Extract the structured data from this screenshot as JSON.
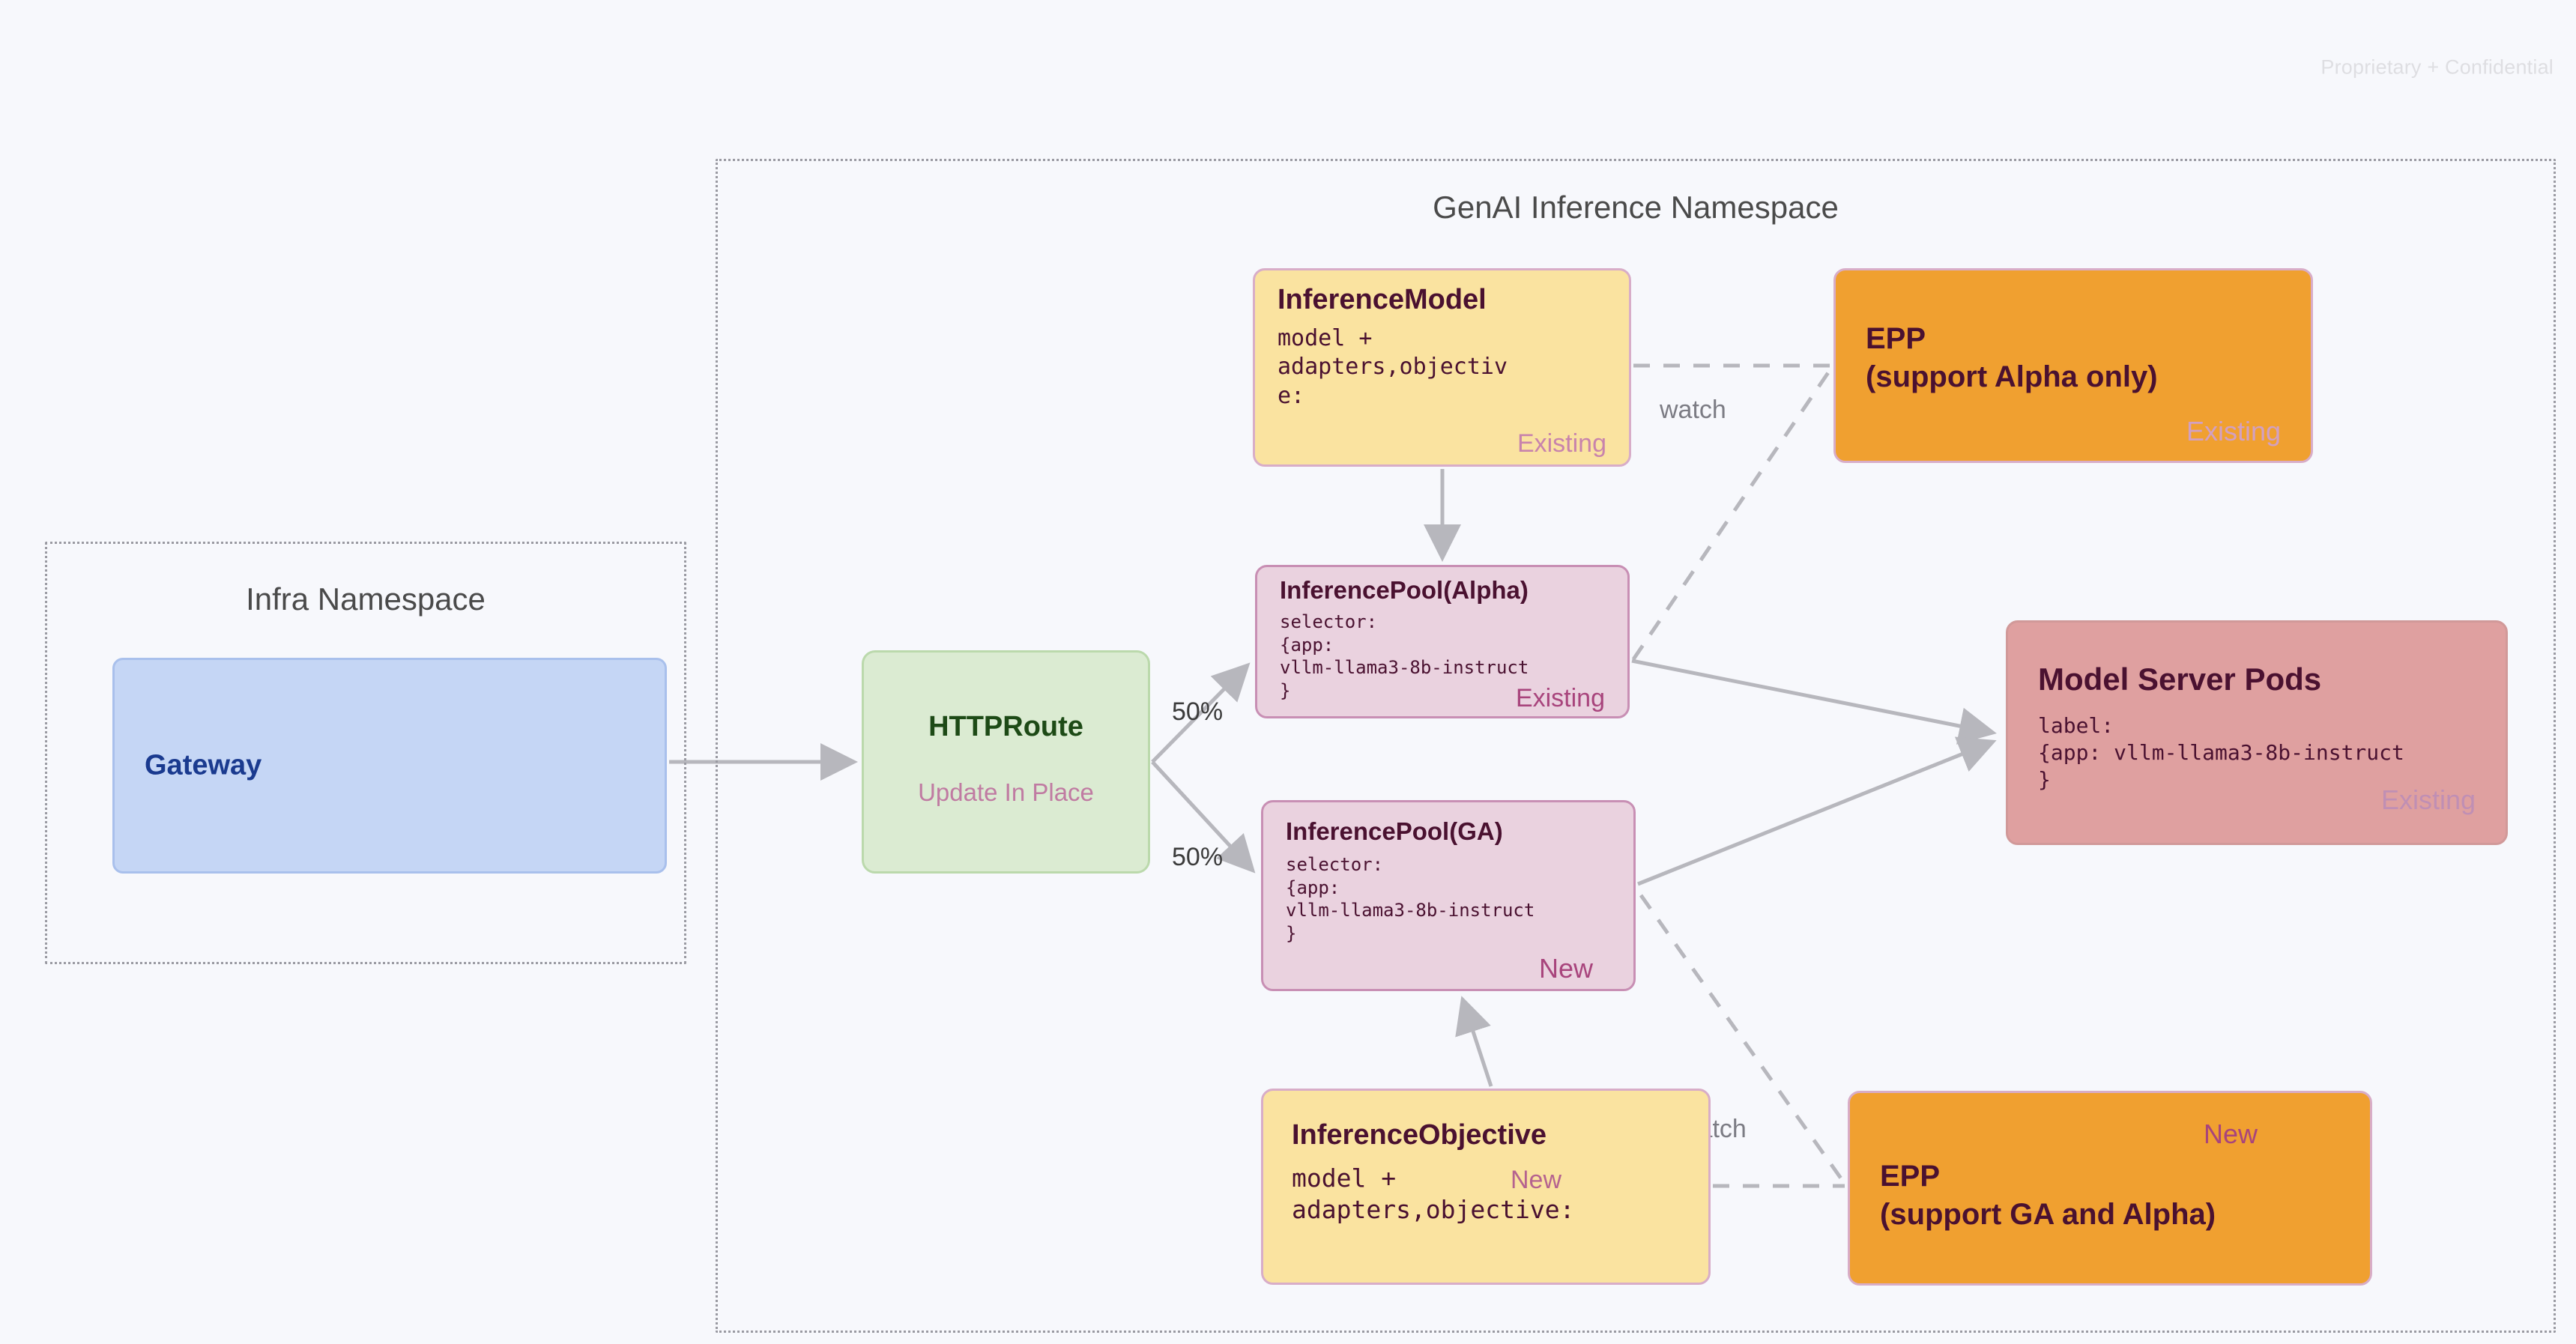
{
  "meta": {
    "confidential_note": "Proprietary + Confidential"
  },
  "namespaces": [
    {
      "id": "infra",
      "title": "Infra Namespace"
    },
    {
      "id": "genai",
      "title": "GenAI Inference Namespace"
    }
  ],
  "nodes": {
    "gateway": {
      "title": "Gateway"
    },
    "httproute": {
      "title": "HTTPRoute",
      "tag": "Update In Place"
    },
    "inference_model": {
      "title": "InferenceModel",
      "body": "model +\nadapters,objectiv\ne:",
      "tag": "Existing"
    },
    "inference_pool_alpha": {
      "title": "InferencePool(Alpha)",
      "body": "selector:\n{app:\nvllm-llama3-8b-instruct\n}",
      "tag": "Existing"
    },
    "inference_pool_ga": {
      "title": "InferencePool(GA)",
      "body": "selector:\n{app:\nvllm-llama3-8b-instruct\n}",
      "tag": "New"
    },
    "inference_objective": {
      "title": "InferenceObjective",
      "body": "model +\nadapters,objective:",
      "tag": "New"
    },
    "epp_alpha": {
      "title": "EPP\n(support Alpha only)",
      "tag": "Existing"
    },
    "epp_ga": {
      "title": "EPP\n(support GA and Alpha)",
      "tag": "New"
    },
    "model_server_pods": {
      "title": "Model Server Pods",
      "body": "label:\n{app: vllm-llama3-8b-instruct\n}",
      "tag": "Existing"
    }
  },
  "edges": {
    "split_top": "50%",
    "split_bottom": "50%",
    "watch_top": "watch",
    "watch_bottom": "watch"
  },
  "colors": {
    "background": "#F7F8FC",
    "gateway_fill": "#C5D6F5",
    "gateway_text": "#1A3A8F",
    "httproute_fill": "#DBEBD2",
    "httproute_text": "#1D4A16",
    "yellow_fill": "#FAE3A0",
    "mauve_fill": "#EAD2DF",
    "orange_fill": "#F0A030",
    "rose_fill": "#DFA0A0",
    "node_border": "#D8ADC8",
    "dark_text": "#4A1130",
    "tag_existing": "#C883AC",
    "tag_new": "#A8447C",
    "edge_stroke": "#B7B7BD",
    "namespace_border": "#9A9AA2"
  }
}
